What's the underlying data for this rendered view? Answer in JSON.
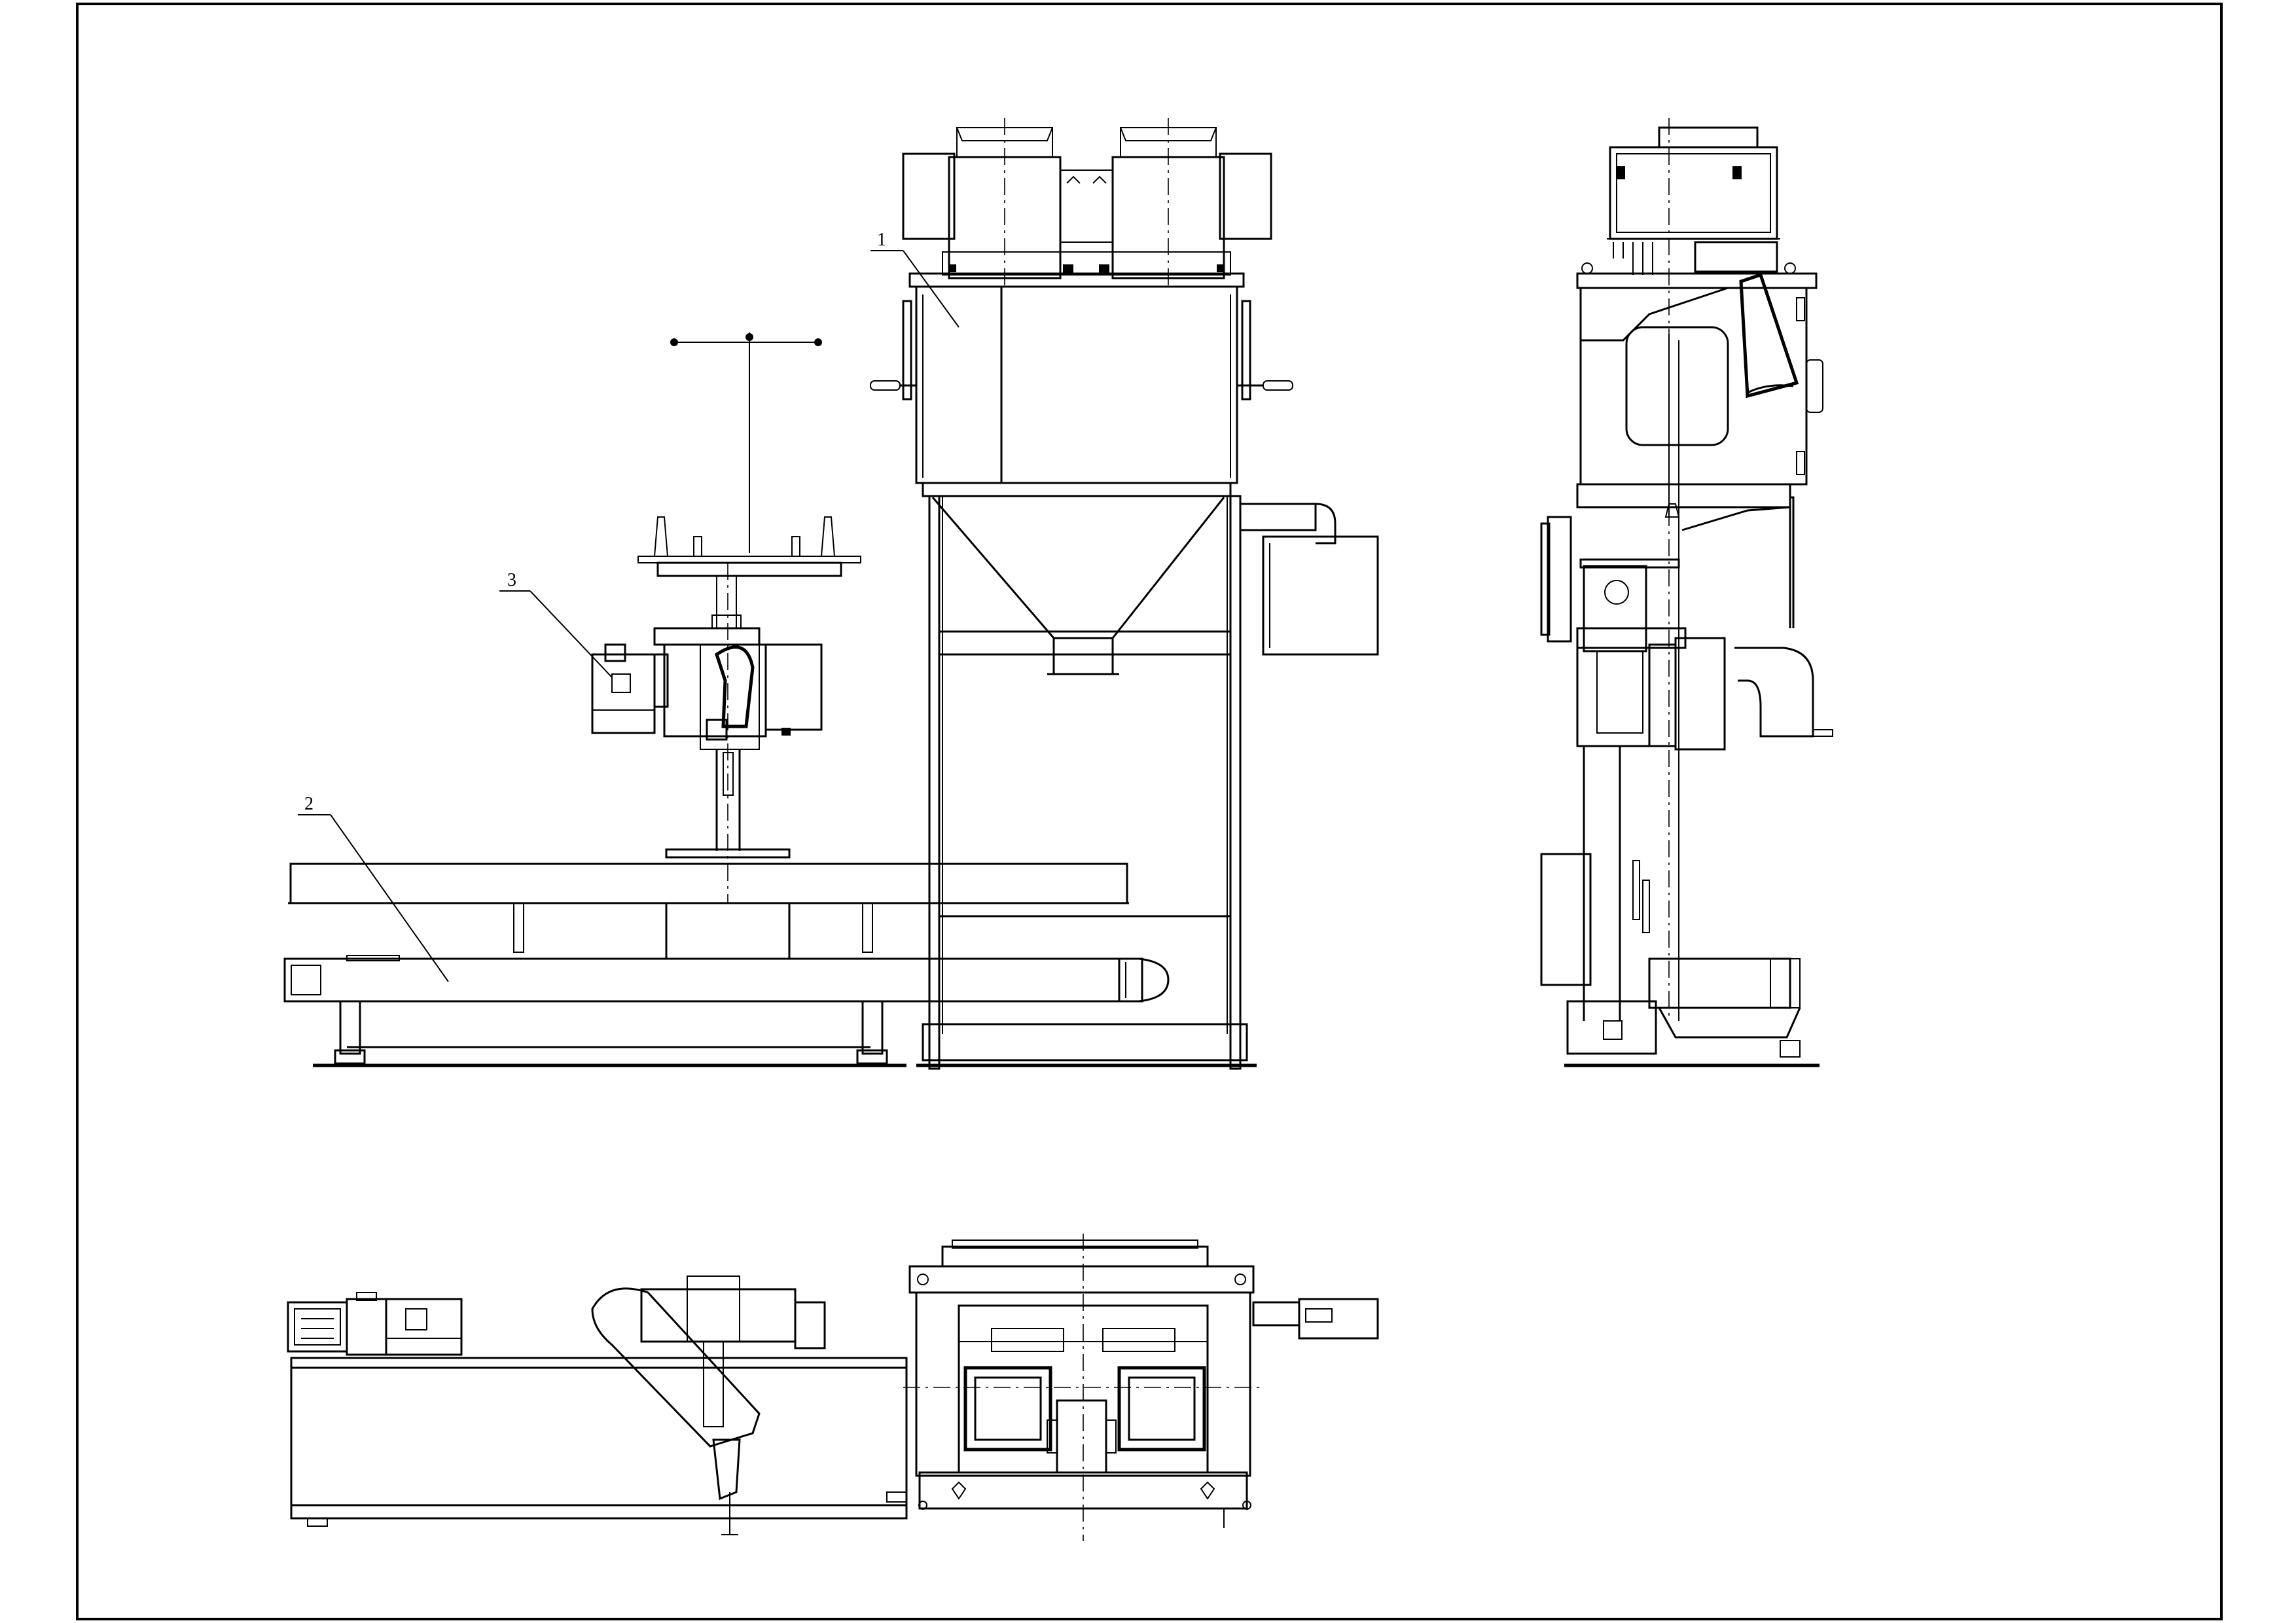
{
  "drawing": {
    "callouts": [
      {
        "id": "1",
        "label": "1"
      },
      {
        "id": "2",
        "label": "2"
      },
      {
        "id": "3",
        "label": "3"
      }
    ]
  },
  "colors": {
    "ink": "#000000",
    "paper": "#ffffff"
  }
}
